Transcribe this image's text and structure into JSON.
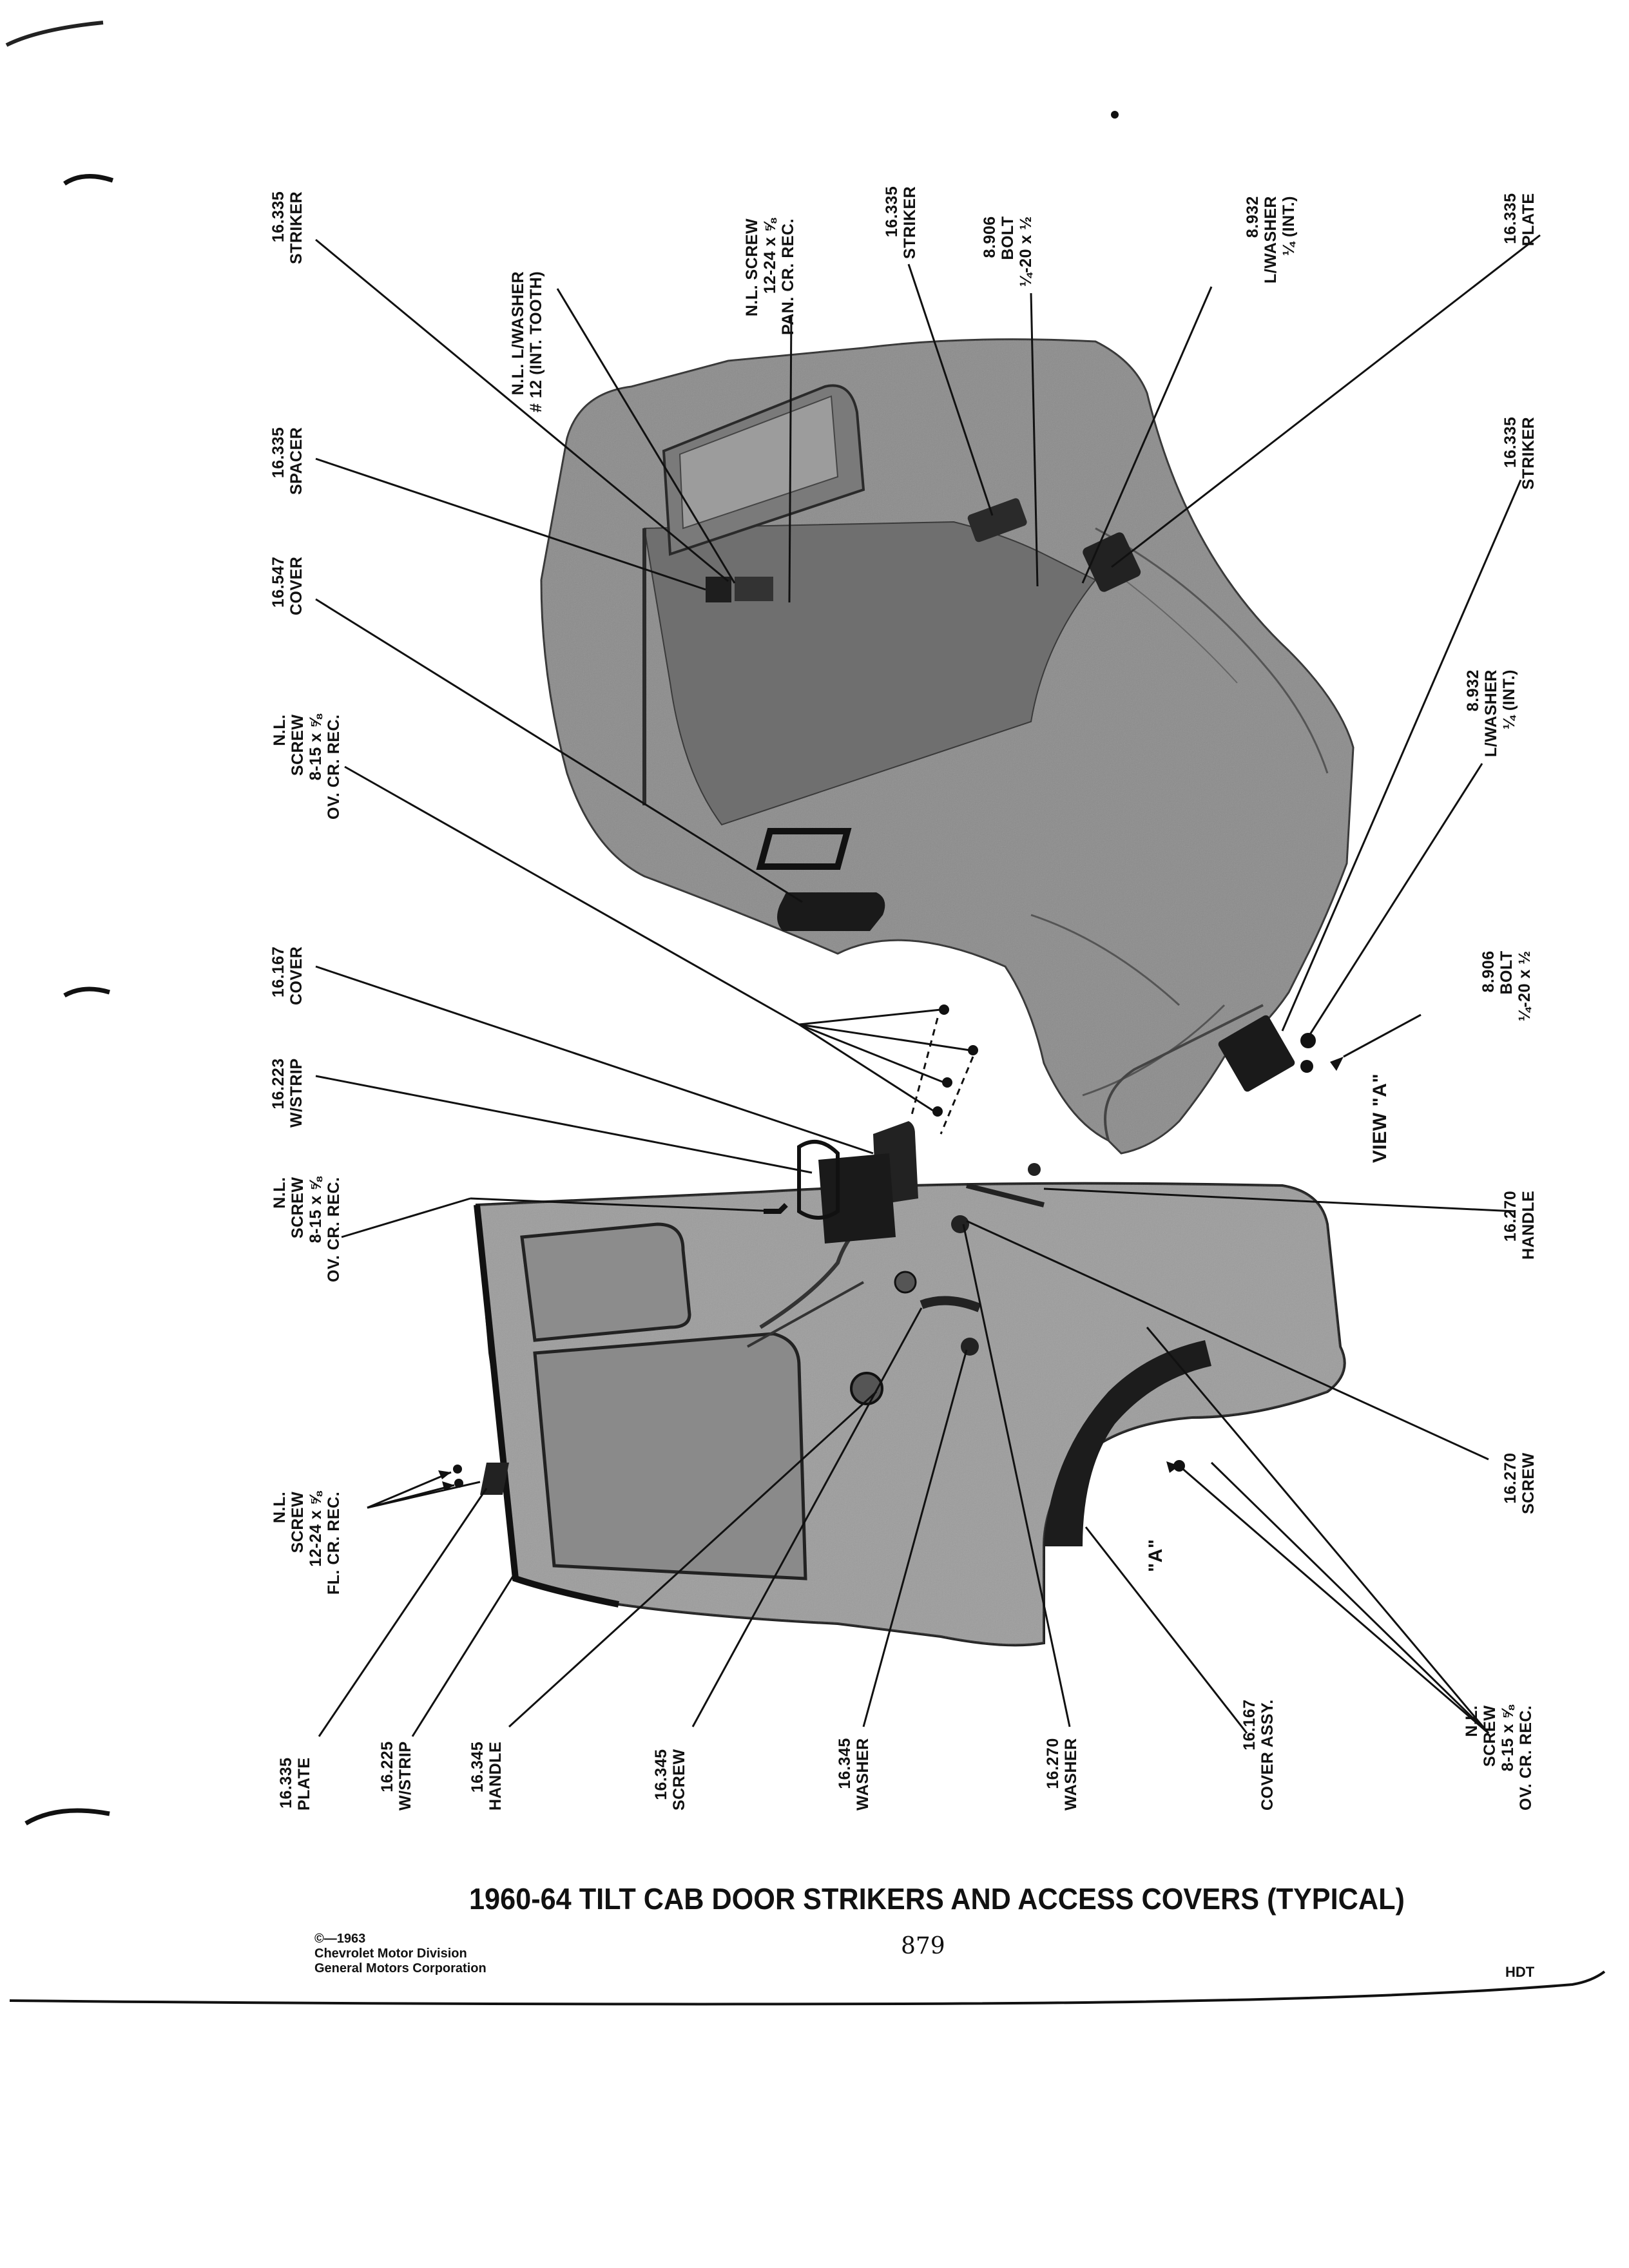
{
  "title": "1960-64 TILT CAB DOOR STRIKERS AND ACCESS COVERS (TYPICAL)",
  "copyright": {
    "line1": "©—1963",
    "line2": "Chevrolet Motor Division",
    "line3": "General Motors Corporation"
  },
  "page_number": "879",
  "code": "HDT",
  "view_a_label": "VIEW \"A\"",
  "a_marker": "\"A\"",
  "callouts": {
    "top_striker_left": [
      "16.335",
      "STRIKER"
    ],
    "top_nl_lwasher": [
      "N.L. L/WASHER",
      "# 12 (INT. TOOTH)"
    ],
    "top_nl_screw_pan": [
      "N.L. SCREW",
      "12-24 x ⅝",
      "PAN. CR. REC."
    ],
    "top_striker_mid": [
      "16.335",
      "STRIKER"
    ],
    "top_bolt": [
      "8.906",
      "BOLT",
      "¼-20 x ½"
    ],
    "top_lwasher": [
      "8.932",
      "L/WASHER",
      "¼ (INT.)"
    ],
    "top_plate": [
      "16.335",
      "PLATE"
    ],
    "spacer": [
      "16.335",
      "SPACER"
    ],
    "cover_547": [
      "16.547",
      "COVER"
    ],
    "nl_screw_8_15_a": [
      "N.L.",
      "SCREW",
      "8-15 x ⅝",
      "OV. CR. REC."
    ],
    "cover_167": [
      "16.167",
      "COVER"
    ],
    "wstrip_223": [
      "16.223",
      "W/STRIP"
    ],
    "nl_screw_8_15_b": [
      "N.L.",
      "SCREW",
      "8-15 x ⅝",
      "OV. CR. REC."
    ],
    "nl_screw_12_24_fl": [
      "N.L.",
      "SCREW",
      "12-24 x ⅝",
      "FL. CR. REC."
    ],
    "right_striker": [
      "16.335",
      "STRIKER"
    ],
    "right_lwasher": [
      "8.932",
      "L/WASHER",
      "¼ (INT.)"
    ],
    "right_bolt": [
      "8.906",
      "BOLT",
      "¼-20 x ½"
    ],
    "handle_270": [
      "16.270",
      "HANDLE"
    ],
    "screw_270": [
      "16.270",
      "SCREW"
    ],
    "bottom_plate": [
      "16.335",
      "PLATE"
    ],
    "bottom_wstrip": [
      "16.225",
      "W/STRIP"
    ],
    "bottom_handle": [
      "16.345",
      "HANDLE"
    ],
    "bottom_screw": [
      "16.345",
      "SCREW"
    ],
    "bottom_washer_345": [
      "16.345",
      "WASHER"
    ],
    "bottom_washer_270": [
      "16.270",
      "WASHER"
    ],
    "bottom_cover_assy": [
      "16.167",
      "COVER ASSY."
    ],
    "bottom_nl_screw": [
      "N.L.",
      "SCREW",
      "8-15 x ⅝",
      "OV. CR. REC."
    ]
  },
  "colors": {
    "ink": "#111111",
    "cab_fill": "#8a8a8a",
    "door_fill": "#9a9a9a",
    "dark_part": "#2a2a2a"
  }
}
